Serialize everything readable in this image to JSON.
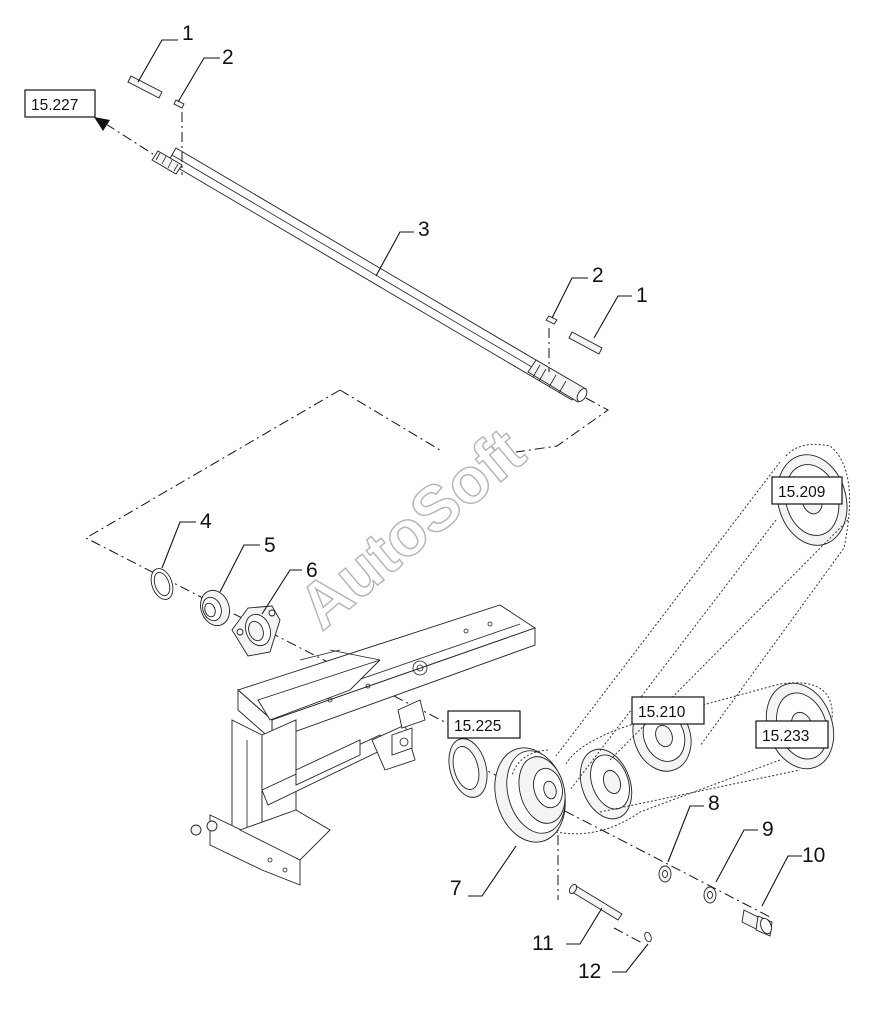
{
  "watermark": "AutoSoft",
  "callouts": {
    "c1a": "1",
    "c2a": "2",
    "c3": "3",
    "c2b": "2",
    "c1b": "1",
    "c4": "4",
    "c5": "5",
    "c6": "6",
    "c7": "7",
    "c8": "8",
    "c9": "9",
    "c10": "10",
    "c11": "11",
    "c12": "12"
  },
  "refs": {
    "r15227": "15.227",
    "r15209": "15.209",
    "r15210": "15.210",
    "r15233": "15.233",
    "r15225": "15.225"
  }
}
